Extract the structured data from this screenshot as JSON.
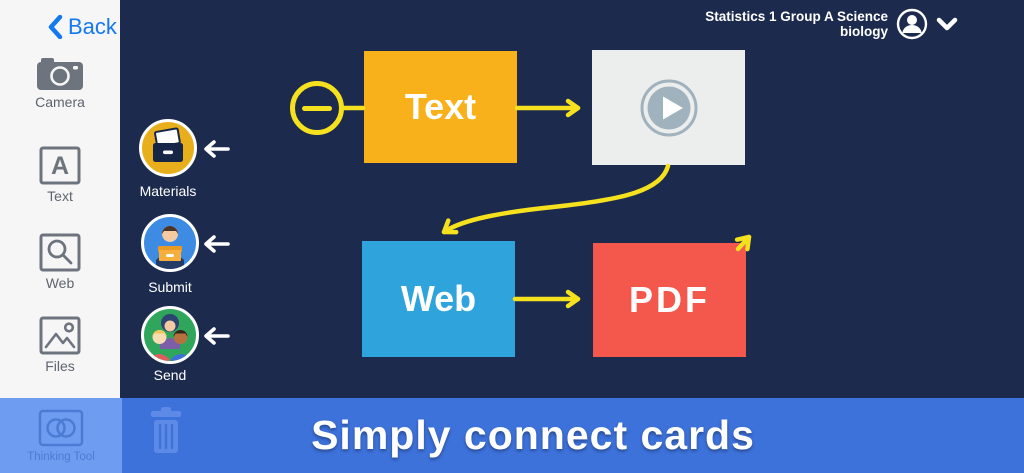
{
  "header": {
    "back_label": "Back",
    "group_name_line1": "Statistics 1 Group A Science",
    "group_name_line2": "biology"
  },
  "sidebar": {
    "items": [
      {
        "label": "Camera",
        "icon": "camera-icon"
      },
      {
        "label": "Text",
        "icon": "text-tool-icon"
      },
      {
        "label": "Web",
        "icon": "web-search-icon"
      },
      {
        "label": "Files",
        "icon": "files-icon"
      }
    ]
  },
  "canvas": {
    "background_color": "#1C2A4E",
    "connector_color": "#F5E11E",
    "cards": {
      "text": {
        "label": "Text",
        "color": "#F9B11B"
      },
      "video": {
        "icon": "play-icon",
        "color": "#ECEDED"
      },
      "web": {
        "label": "Web",
        "color": "#2FA4DC"
      },
      "pdf": {
        "label": "PDF",
        "color": "#F4574B"
      }
    },
    "shortcuts": [
      {
        "label": "Materials",
        "icon": "materials-tray-icon",
        "color": "#E9AE1B"
      },
      {
        "label": "Submit",
        "icon": "submit-student-icon",
        "color": "#3E8BE4"
      },
      {
        "label": "Send",
        "icon": "send-students-icon",
        "color": "#2FA65B"
      }
    ]
  },
  "bottom_bar": {
    "caption": "Simply connect cards",
    "thinking_tool_label": "Thinking Tool",
    "bar_color": "#3D72DB",
    "left_segment_color": "#6E9CF1"
  }
}
